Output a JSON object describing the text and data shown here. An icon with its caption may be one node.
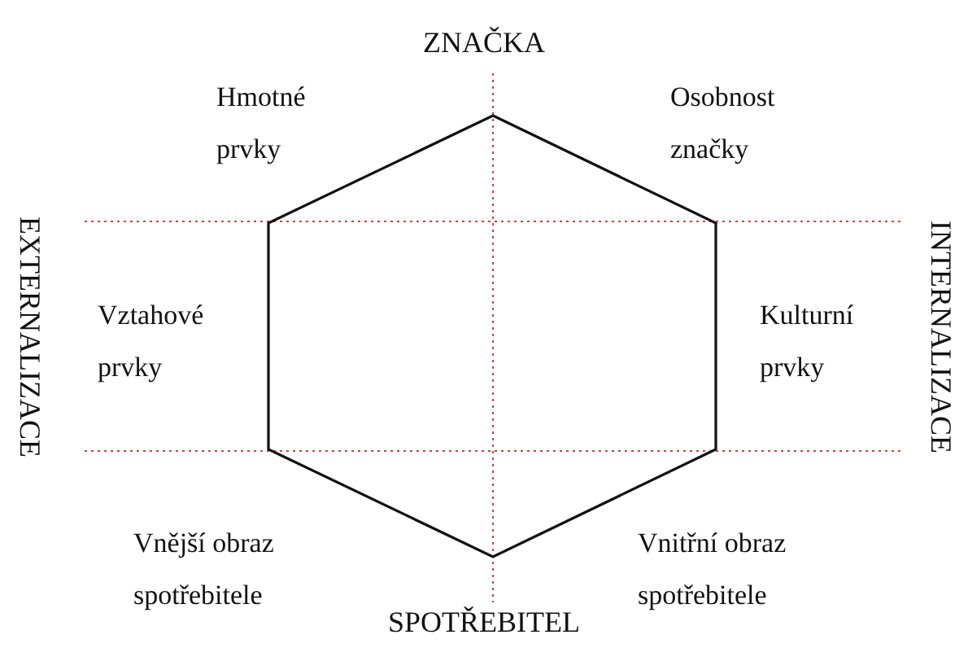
{
  "diagram": {
    "title": "ZNAČKA",
    "caption": "SPOTŘEBITEL",
    "labels": [
      "Hmotné prvky",
      "Osobnost značky",
      "EXTERNALIZACE",
      "INTERNALIZACE",
      "Vztahové prvky",
      "Kulturní prvky",
      "Vnější obraz spotřebitele",
      "Vnitřní obraz spotřebitele"
    ]
  }
}
